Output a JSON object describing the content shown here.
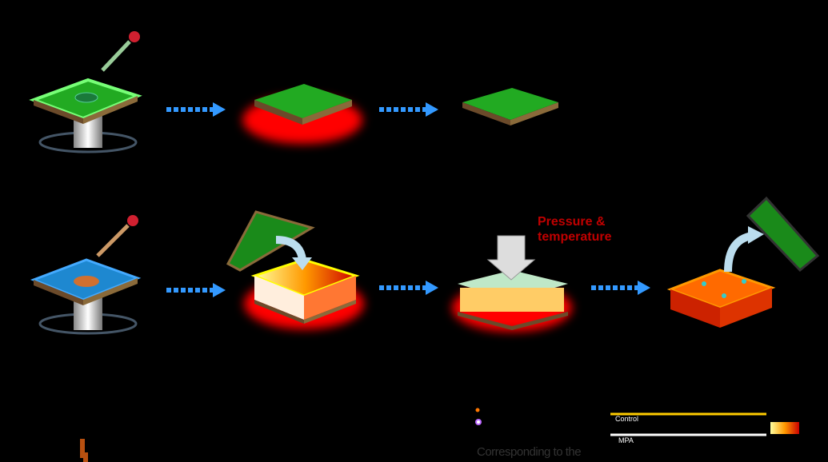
{
  "annotation": {
    "line1": "Pressure &",
    "line2": "temperature"
  },
  "legend": {
    "control": "Control",
    "mpa": "MPA",
    "caption": "Corresponding to the"
  },
  "colors": {
    "background": "#000000",
    "green_film": "#1e9e1e",
    "blue_substrate": "#1e88d0",
    "arrow": "#3399ff",
    "heat_glow": "#ff0000",
    "annotation_text": "#c00000"
  }
}
